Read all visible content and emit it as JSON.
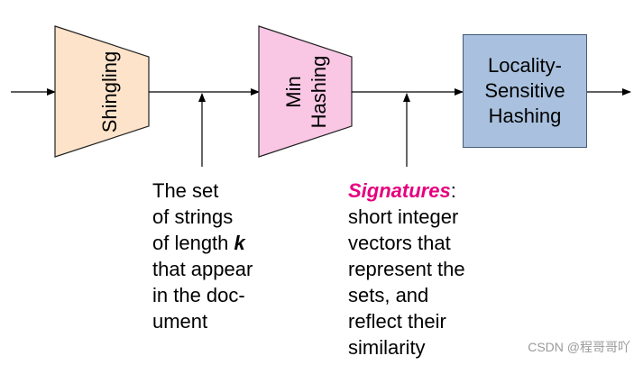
{
  "pipeline": {
    "shingling_label": "Shingling",
    "minhash_line1": "Min",
    "minhash_line2": "Hashing",
    "lsh_line1": "Locality-",
    "lsh_line2": "Sensitive",
    "lsh_line3": "Hashing"
  },
  "caption_shingles": {
    "line1": "The set",
    "line2": "of strings",
    "line3_prefix": "of length ",
    "line3_k": "k",
    "line4": "that appear",
    "line5": "in the doc-",
    "line6": "ument"
  },
  "caption_signatures": {
    "term": "Signatures",
    "term_suffix": ":",
    "line2": "short integer",
    "line3": "vectors that",
    "line4": "represent the",
    "line5": "sets, and",
    "line6": "reflect their",
    "line7": "similarity"
  },
  "watermark": "CSDN @程哥哥吖",
  "colors": {
    "shingling_fill": "#fde3c9",
    "minhash_fill": "#f9c6e4",
    "lsh_fill": "#a9c1de",
    "signature_accent": "#e6007e"
  }
}
